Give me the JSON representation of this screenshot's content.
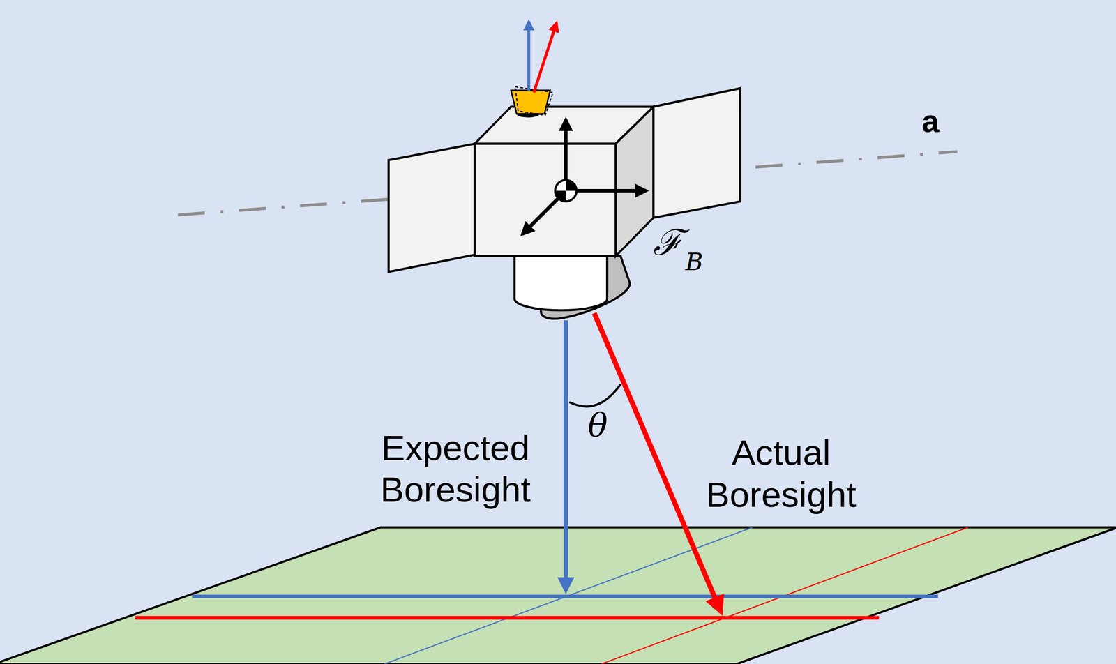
{
  "diagram": {
    "labels": [
      "a",
      "ℱ",
      "B",
      "θ",
      "Expected Boresight",
      "Actual Boresight"
    ]
  }
}
